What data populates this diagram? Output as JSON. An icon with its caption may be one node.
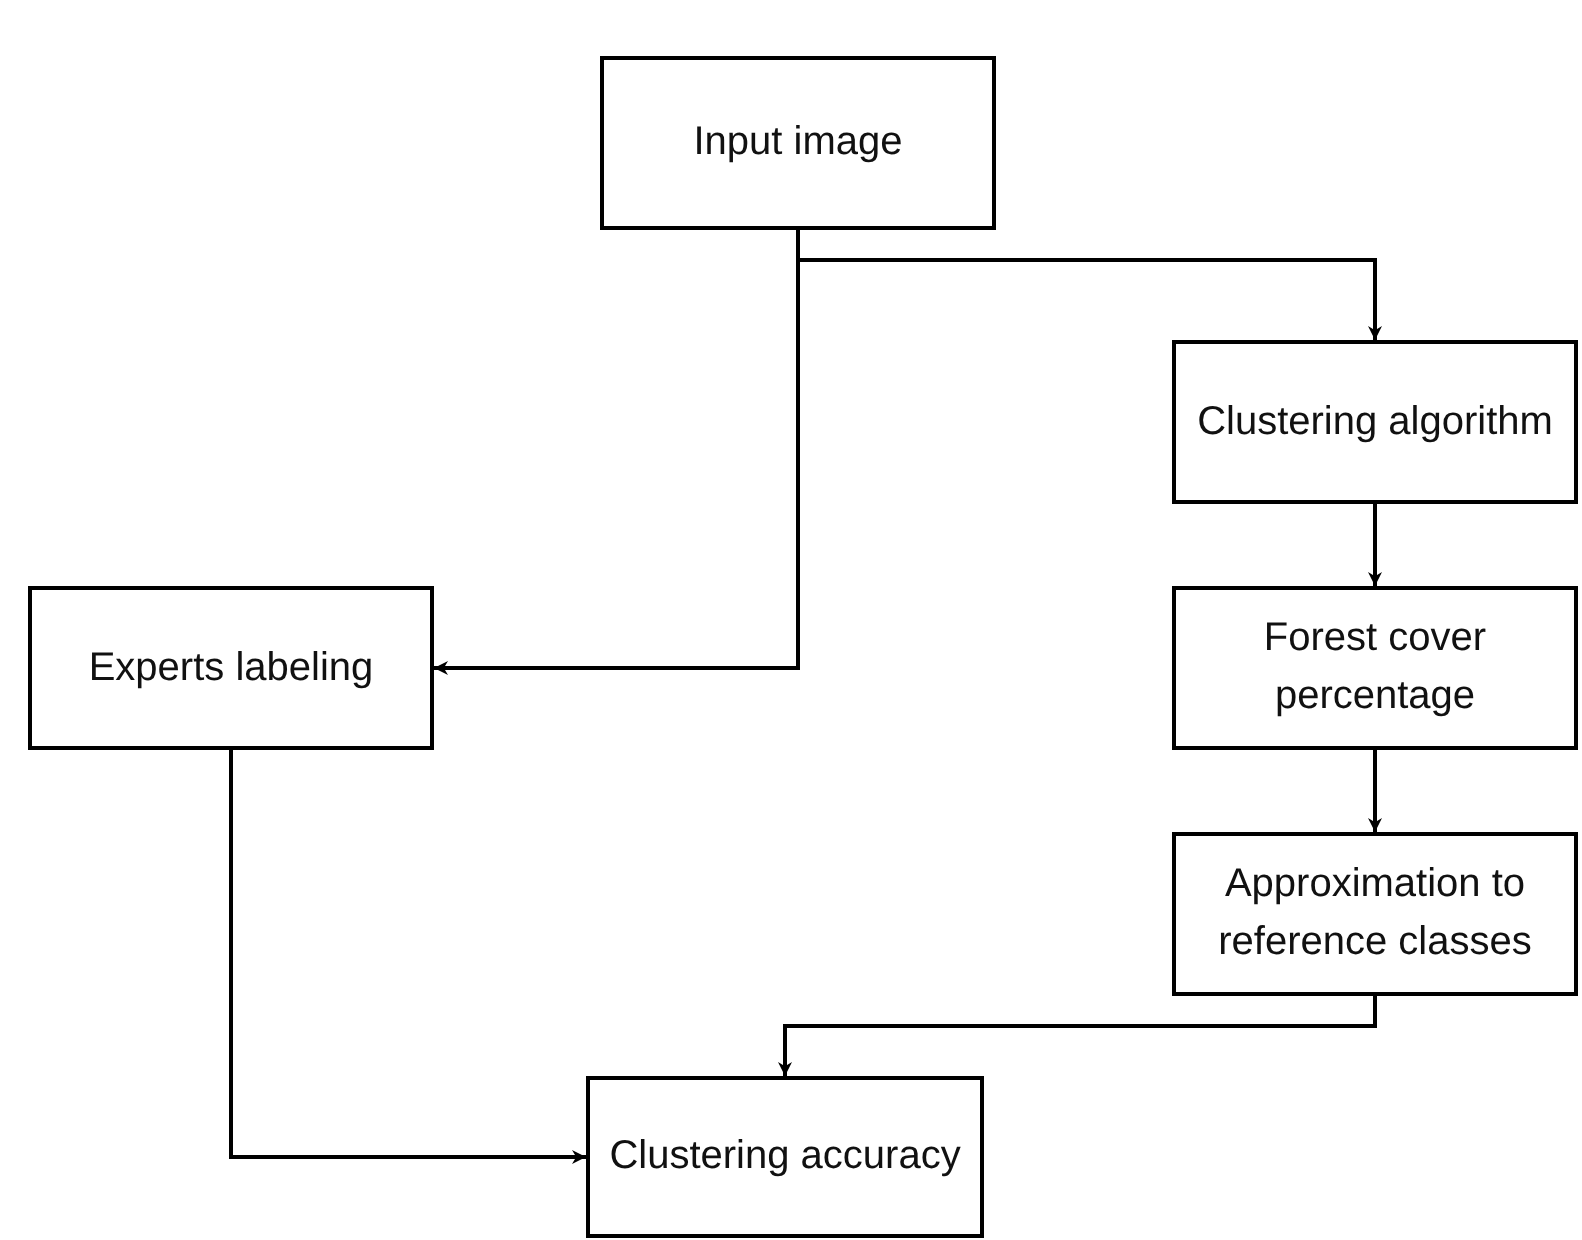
{
  "diagram": {
    "nodes": [
      {
        "text": [
          "Input image"
        ]
      },
      {
        "text": [
          "Clustering algorithm"
        ]
      },
      {
        "text": [
          "Experts labeling"
        ]
      },
      {
        "text": [
          "Forest cover percentage"
        ]
      },
      {
        "text": [
          "Approximation to reference classes"
        ]
      },
      {
        "text": [
          "Clustering accuracy"
        ]
      }
    ],
    "edges": [
      {
        "from": 0,
        "to": 2,
        "arrow": "to"
      },
      {
        "from": 0,
        "to": 1,
        "arrow": "to"
      },
      {
        "from": 1,
        "to": 3,
        "arrow": "to"
      },
      {
        "from": 3,
        "to": 4,
        "arrow": "to"
      },
      {
        "from": 2,
        "to": 5,
        "arrow": "to"
      },
      {
        "from": 4,
        "to": 5,
        "arrow": "to"
      }
    ]
  }
}
